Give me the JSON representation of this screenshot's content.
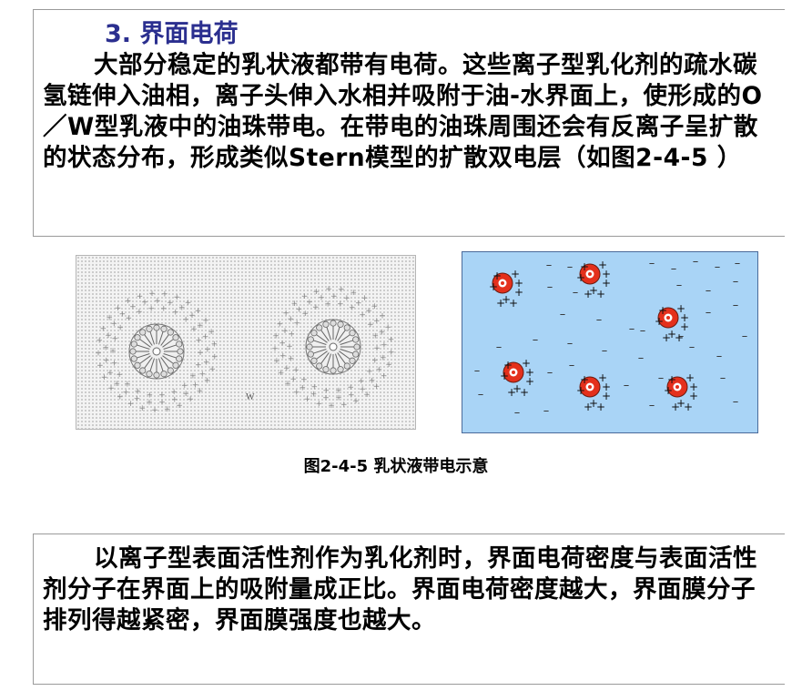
{
  "top_section": {
    "heading": "3. 界面电荷",
    "paragraph": "大部分稳定的乳状液都带有电荷。这些离子型乳化剂的疏水碳氢链伸入油相，离子头伸入水相并吸附于油-水界面上，使形成的O／W型乳液中的油珠带电。在带电的油珠周围还会有反离子呈扩散的状态分布，形成类似Stern模型的扩散双电层（如图2-4-5 ）"
  },
  "figure": {
    "caption": "图2-4-5  乳状液带电示意",
    "left_label_w": "W",
    "colors": {
      "water_bg": "#a9d4f6",
      "droplet_red": "#e4301c",
      "droplet_border": "#6a1a10"
    }
  },
  "bottom_section": {
    "paragraph": "以离子型表面活性剂作为乳化剂时，界面电荷密度与表面活性剂分子在界面上的吸附量成正比。界面电荷密度越大，界面膜分子排列得越紧密，界面膜强度也越大。"
  }
}
